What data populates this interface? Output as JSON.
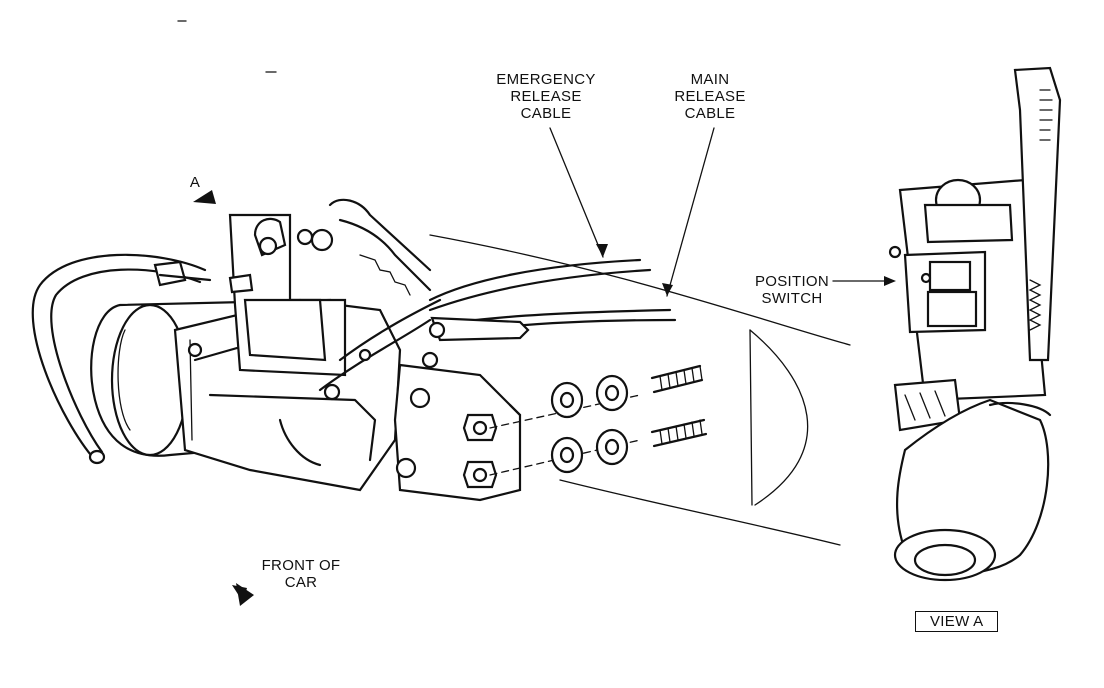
{
  "labels": {
    "emergency_release_cable": [
      "EMERGENCY",
      "RELEASE",
      "CABLE"
    ],
    "main_release_cable": [
      "MAIN",
      "RELEASE",
      "CABLE"
    ],
    "position_switch": [
      "POSITION",
      "SWITCH"
    ],
    "view_marker": "A",
    "front_of_car": [
      "FRONT OF",
      "CAR"
    ],
    "view_a": "VIEW A"
  },
  "icons": [
    "view-direction-arrow-icon",
    "front-direction-arrow-icon"
  ],
  "colors": {
    "ink": "#111111",
    "paper": "#ffffff"
  }
}
